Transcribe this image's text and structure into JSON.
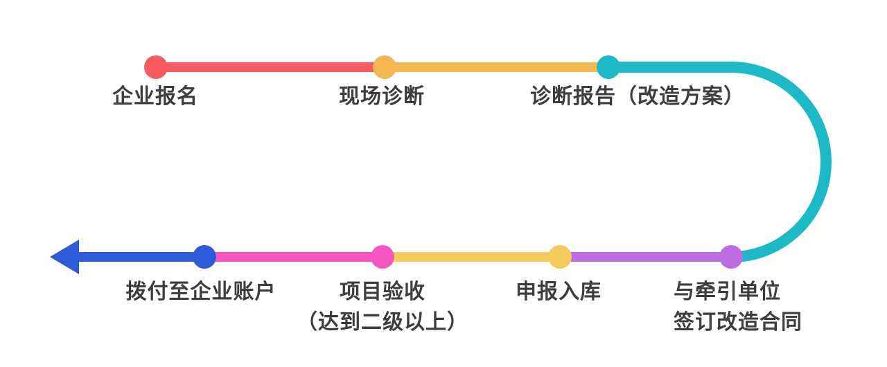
{
  "diagram": {
    "type": "process-flow",
    "description": "S-shaped process flow: top row runs left to right, U-turn curve on the right side, bottom row runs right to left ending in a left-pointing arrow",
    "background_color": "#FFFFFF",
    "text_color": "#3D3D3D",
    "steps": [
      {
        "id": "enterprise-registration",
        "label": "企业报名",
        "color": "#F85A5F"
      },
      {
        "id": "onsite-diagnosis",
        "label": "现场诊断",
        "color": "#F5B851"
      },
      {
        "id": "diagnosis-report",
        "label": "诊断报告（改造方案）",
        "color": "#1BBAC6"
      },
      {
        "id": "sign-contract",
        "label_line1": "与牵引单位",
        "label_line2": "签订改造合同",
        "color": "#BE6CE2"
      },
      {
        "id": "declaration-storage",
        "label": "申报入库",
        "color": "#F5CB5D"
      },
      {
        "id": "project-acceptance",
        "label_line1": "项目验收",
        "label_line2": "（达到二级以上）",
        "color": "#F756C1"
      },
      {
        "id": "disbursement-to-account",
        "label": "拨付至企业账户",
        "color": "#2E5BD9"
      }
    ],
    "arrow": {
      "direction": "left",
      "color": "#2E5BD9"
    }
  }
}
